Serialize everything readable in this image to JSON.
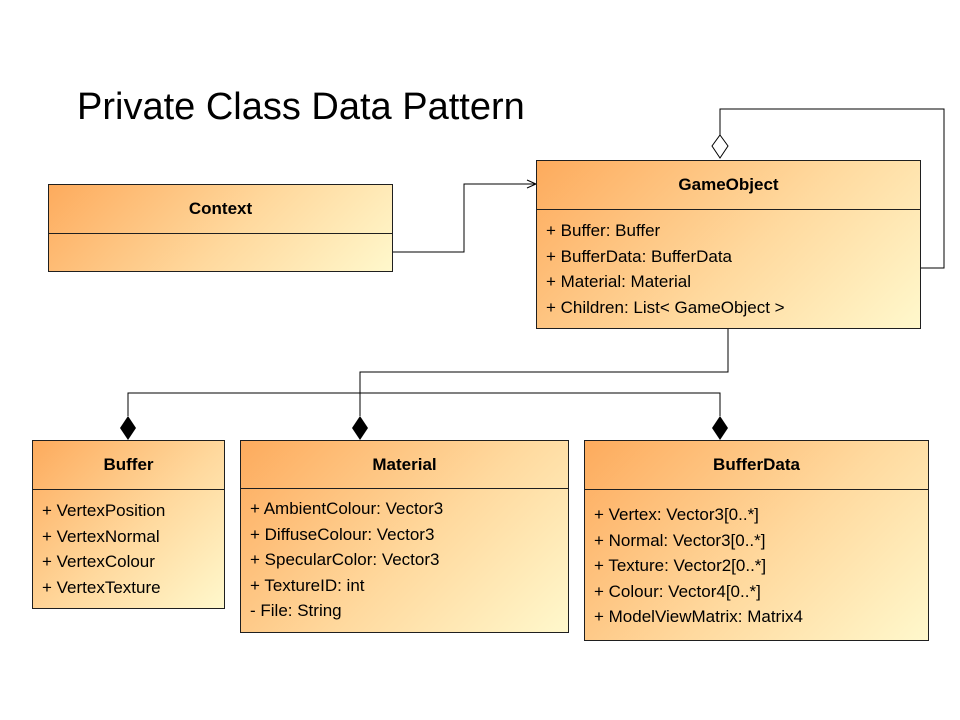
{
  "title": "Private Class Data Pattern",
  "classes": {
    "context": {
      "name": "Context",
      "attributes": []
    },
    "gameobject": {
      "name": "GameObject",
      "attributes": [
        "+ Buffer:  Buffer",
        "+ BufferData:  BufferData",
        "+ Material: Material",
        "+ Children: List< GameObject >"
      ]
    },
    "buffer": {
      "name": "Buffer",
      "attributes": [
        "+ VertexPosition",
        "+ VertexNormal",
        "+ VertexColour",
        "+ VertexTexture"
      ]
    },
    "material": {
      "name": "Material",
      "attributes": [
        "+ AmbientColour:  Vector3",
        "+ DiffuseColour:  Vector3",
        "+ SpecularColor:  Vector3",
        "+ TextureID:  int",
        "- File: String"
      ]
    },
    "bufferdata": {
      "name": "BufferData",
      "attributes": [
        "+ Vertex: Vector3[0..*]",
        "+ Normal: Vector3[0..*]",
        "+ Texture: Vector2[0..*]",
        "+ Colour: Vector4[0..*]",
        "+ ModelViewMatrix:  Matrix4"
      ]
    }
  },
  "relationships": [
    {
      "type": "association",
      "from": "Context",
      "to": "GameObject"
    },
    {
      "type": "aggregation",
      "from": "GameObject",
      "to": "GameObject"
    },
    {
      "type": "composition",
      "from": "Buffer",
      "to": "GameObject"
    },
    {
      "type": "composition",
      "from": "Material",
      "to": "GameObject"
    },
    {
      "type": "composition",
      "from": "BufferData",
      "to": "GameObject"
    }
  ],
  "colors": {
    "gradient_start": "#fdab5d",
    "gradient_end": "#fff8cc",
    "border": "#1f1f1f"
  }
}
